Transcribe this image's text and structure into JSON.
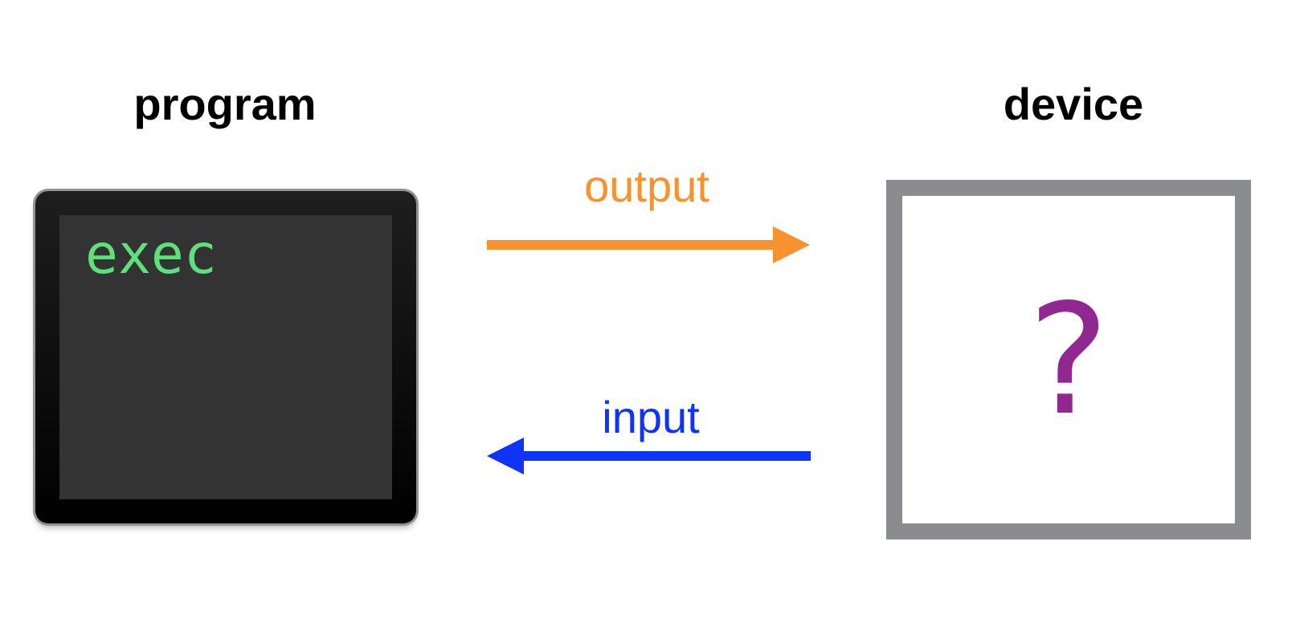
{
  "program": {
    "heading": "program",
    "terminal_text": "exec",
    "icon": "terminal-icon"
  },
  "device": {
    "heading": "device",
    "symbol": "?"
  },
  "arrows": {
    "output": {
      "label": "output",
      "direction": "right",
      "color": "#f7922e"
    },
    "input": {
      "label": "input",
      "direction": "left",
      "color": "#1034f5"
    }
  },
  "colors": {
    "terminal_text": "#5fe07d",
    "device_border": "#8a8c8f",
    "question_mark": "#90288f"
  }
}
